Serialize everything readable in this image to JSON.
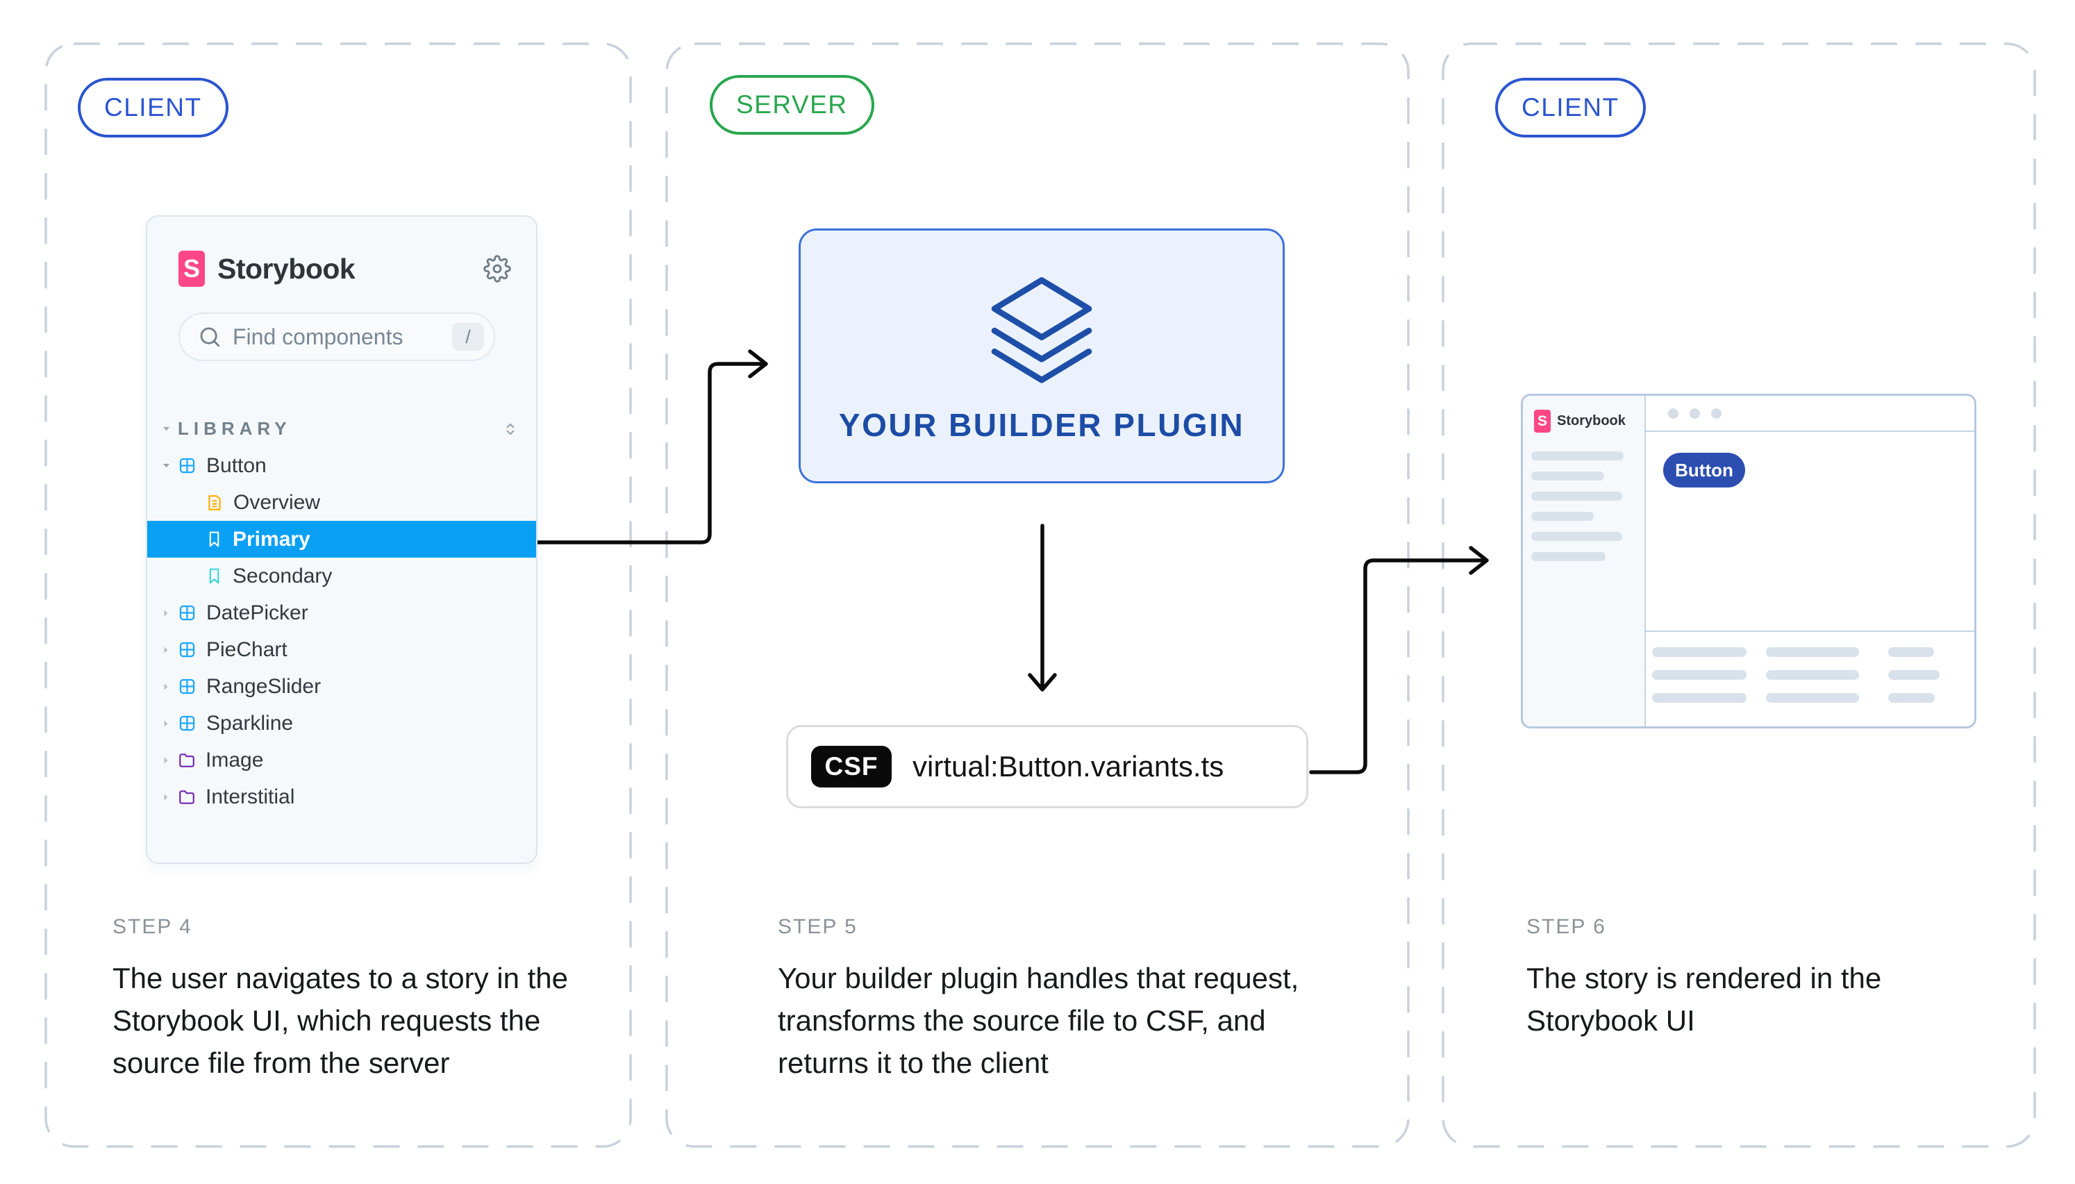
{
  "colors": {
    "accent-blue": "#2B55CF",
    "accent-green": "#29A64E",
    "selected-blue": "#09A0F4",
    "storybook-pink": "#FF4785",
    "icon-blue": "#1EA7FD",
    "icon-orange": "#FFAE00",
    "icon-teal": "#37D5D3",
    "icon-purple": "#7326B5",
    "plugin-blue": "#1C4CA5",
    "plugin-border": "#3D71DB",
    "plugin-bg": "#EBF2FD",
    "mini-border": "#B7C8DE",
    "skeleton": "#D9E1EB",
    "button-indigo": "#2C4EB0",
    "arrow-black": "#0B0B0B",
    "dashed-border": "#C9D1DD"
  },
  "panels": [
    {
      "badge": "CLIENT",
      "step_label": "STEP 4",
      "step_text": "The user navigates to a story in the Storybook UI, which requests the source file from the server"
    },
    {
      "badge": "SERVER",
      "step_label": "STEP 5",
      "step_text": "Your builder plugin handles that request, transforms the source file to CSF, and returns it to the client"
    },
    {
      "badge": "CLIENT",
      "step_label": "STEP 6",
      "step_text": "The story is rendered in the Storybook UI"
    }
  ],
  "storybook_sidebar": {
    "logo_letter": "S",
    "brand": "Storybook",
    "search_placeholder": "Find components",
    "search_shortcut": "/",
    "section_label": "LIBRARY",
    "tree": [
      {
        "label": "Button",
        "type": "component",
        "state": "expanded"
      },
      {
        "label": "Overview",
        "type": "doc",
        "indent": 1
      },
      {
        "label": "Primary",
        "type": "story",
        "indent": 1,
        "selected": true
      },
      {
        "label": "Secondary",
        "type": "story",
        "indent": 1
      },
      {
        "label": "DatePicker",
        "type": "component",
        "state": "collapsed"
      },
      {
        "label": "PieChart",
        "type": "component",
        "state": "collapsed"
      },
      {
        "label": "RangeSlider",
        "type": "component",
        "state": "collapsed"
      },
      {
        "label": "Sparkline",
        "type": "component",
        "state": "collapsed"
      },
      {
        "label": "Image",
        "type": "folder",
        "state": "collapsed"
      },
      {
        "label": "Interstitial",
        "type": "folder",
        "state": "collapsed"
      }
    ]
  },
  "server": {
    "plugin_label": "YOUR BUILDER PLUGIN",
    "csf_badge": "CSF",
    "csf_filename": "virtual:Button.variants.ts"
  },
  "mini_storybook": {
    "logo_letter": "S",
    "brand": "Storybook",
    "button_label": "Button",
    "traffic_dots": 3,
    "sidebar_bars": [
      133,
      105,
      131,
      90,
      131,
      107
    ],
    "addon_rows": [
      [
        136,
        134,
        66
      ],
      [
        136,
        134,
        74
      ],
      [
        136,
        134,
        67
      ]
    ]
  }
}
